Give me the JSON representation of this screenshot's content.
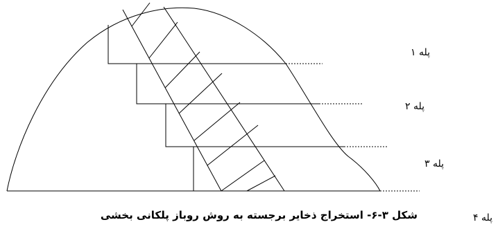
{
  "labels": {
    "step1": "پله ۱",
    "step2": "پله ۲",
    "step3": "پله ۳",
    "step4": "پله ۴"
  },
  "caption": "شکل ۳-۶- استخراج ذخایر برجسته به روش روباز پلکانی بخشی",
  "colors": {
    "stroke": "#000000",
    "background": "#ffffff"
  }
}
